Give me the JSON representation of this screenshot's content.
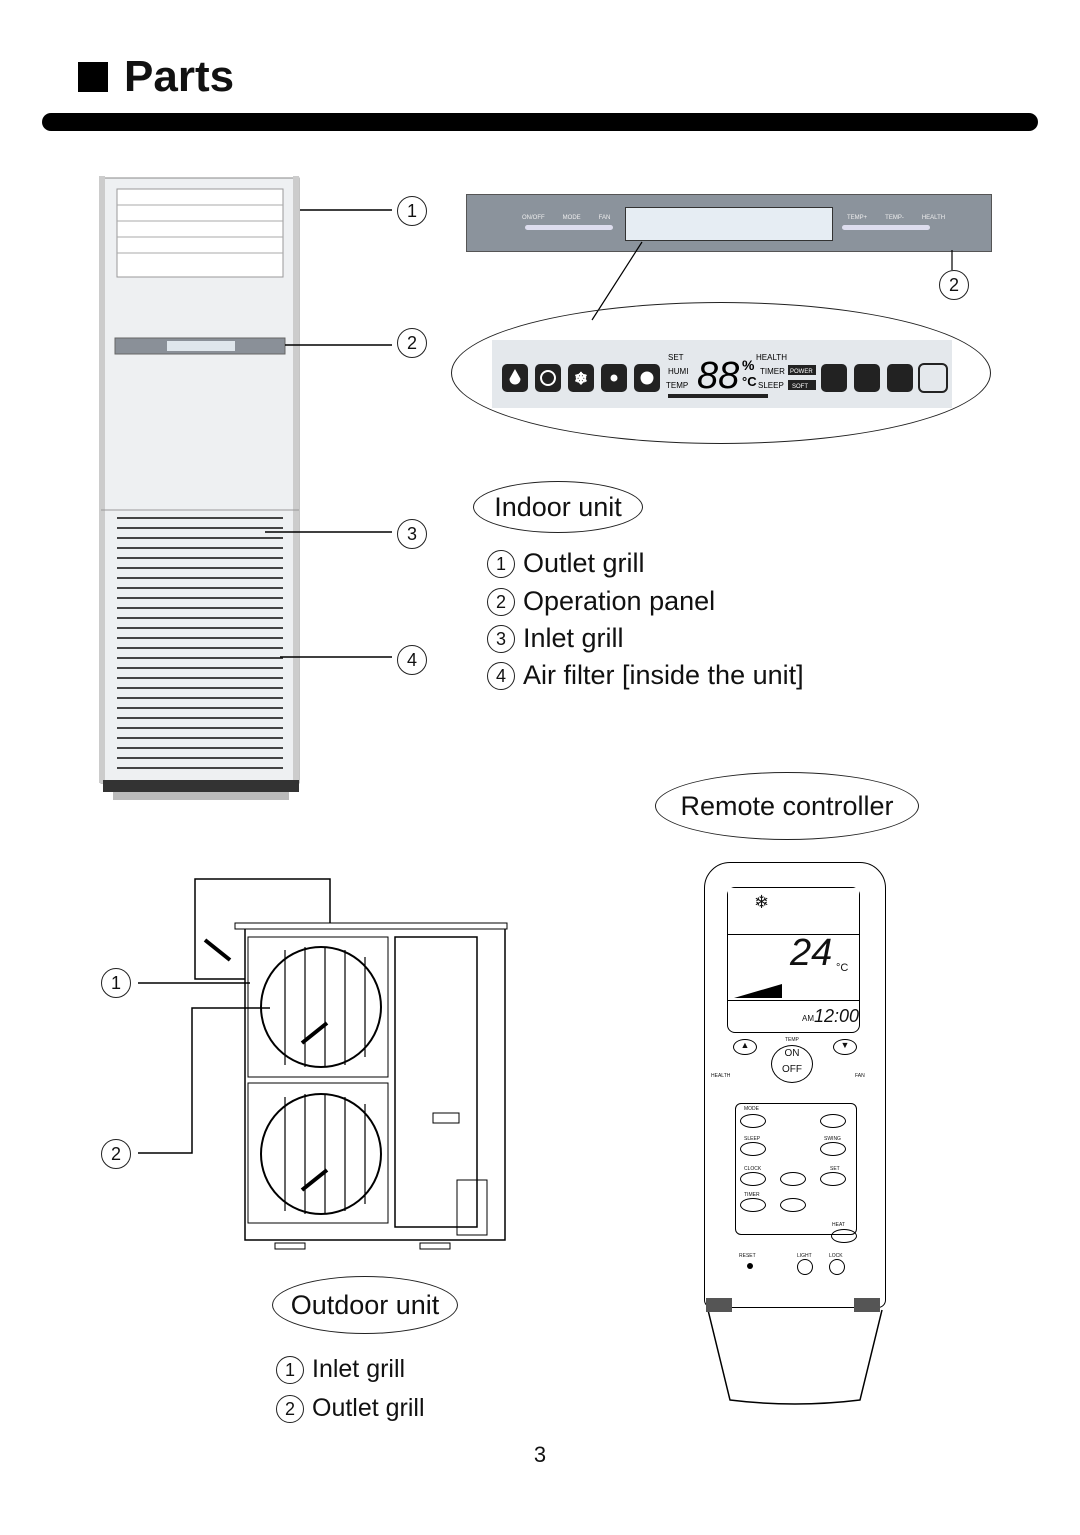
{
  "page": {
    "title": "Parts",
    "page_number": "3"
  },
  "indoor": {
    "heading": "Indoor unit",
    "items": [
      {
        "num": "1",
        "label": "Outlet grill"
      },
      {
        "num": "2",
        "label": "Operation panel"
      },
      {
        "num": "3",
        "label": "Inlet grill"
      },
      {
        "num": "4",
        "label": "Air filter [inside the unit]"
      }
    ],
    "callouts": [
      "1",
      "2",
      "3",
      "4"
    ],
    "panel_callout": "2"
  },
  "panel": {
    "buttons_left": [
      "ON/OFF",
      "MODE",
      "FAN"
    ],
    "buttons_right": [
      "TEMP+",
      "TEMP-",
      "HEALTH"
    ],
    "display": {
      "set": "SET",
      "humi": "HUMI",
      "temp": "TEMP",
      "digits": "88",
      "percent": "%",
      "celsius": "°C",
      "health": "HEALTH",
      "timer": "TIMER",
      "sleep": "SLEEP",
      "power": "POWER",
      "soft": "SOFT"
    }
  },
  "remote": {
    "heading": "Remote controller",
    "display": {
      "temp": "24",
      "unit": "°C",
      "am": "AM",
      "clock": "12:00"
    },
    "labels": {
      "temp": "TEMP",
      "on": "ON",
      "off": "OFF",
      "health": "HEALTH",
      "fan": "FAN",
      "mode": "MODE",
      "sleep": "SLEEP",
      "swing": "SWING",
      "clock": "CLOCK",
      "set": "SET",
      "timer": "TIMER",
      "heat": "HEAT",
      "reset": "RESET",
      "light": "LIGHT",
      "lock": "LOCK"
    }
  },
  "outdoor": {
    "heading": "Outdoor unit",
    "items": [
      {
        "num": "1",
        "label": "Inlet grill"
      },
      {
        "num": "2",
        "label": "Outlet grill"
      }
    ],
    "callouts": [
      "1",
      "2"
    ]
  }
}
